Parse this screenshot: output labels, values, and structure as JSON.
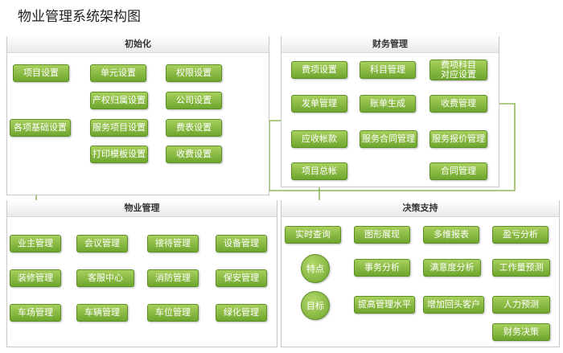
{
  "title": "物业管理系统架构图",
  "panels": {
    "init": "初始化",
    "finance": "财务管理",
    "property": "物业管理",
    "decision": "决策支持"
  },
  "init": {
    "project_setup": "项目设置",
    "unit_setup": "单元设置",
    "permission_setup": "权限设置",
    "ownership_setup": "产权归属设置",
    "company_setup": "公司设置",
    "basic_setup": "各项基础设置",
    "service_project_setup": "服务项目设置",
    "meter_setup": "费表设置",
    "print_template_setup": "打印模板设置",
    "charge_setup": "收费设置"
  },
  "finance": {
    "fee_item_setup": "费项设置",
    "account_management": "科目管理",
    "fee_account_mapping": "费项科目\n对应设置",
    "invoice_management": "发单管理",
    "bill_generation": "账单生成",
    "charge_management": "收费管理",
    "receivables": "应收帐款",
    "service_contract": "服务合同管理",
    "service_quote": "服务报价管理",
    "project_ledger": "项目总帐",
    "contract_management": "合同管理"
  },
  "property": {
    "owner_management": "业主管理",
    "meeting_management": "会议管理",
    "reception_management": "接待管理",
    "equipment_management": "设备管理",
    "renovation_management": "装修管理",
    "service_center": "客服中心",
    "fire_management": "消防管理",
    "security_management": "保安管理",
    "parking_lot_management": "车场管理",
    "vehicle_management": "车辆管理",
    "parking_space_management": "车位管理",
    "greening_management": "绿化管理"
  },
  "decision": {
    "realtime_query": "实时查询",
    "graph_display": "图形展现",
    "multidim_report": "多维报表",
    "profit_loss_analysis": "盈亏分析",
    "feature": "特点",
    "business_analysis": "事务分析",
    "satisfaction_analysis": "满意度分析",
    "workload_forecast": "工作量预测",
    "goal": "目标",
    "improve_management": "提高管理水平",
    "more_customers": "增加回头客户",
    "manpower_forecast": "人力预测",
    "financial_decision": "财务决策"
  }
}
